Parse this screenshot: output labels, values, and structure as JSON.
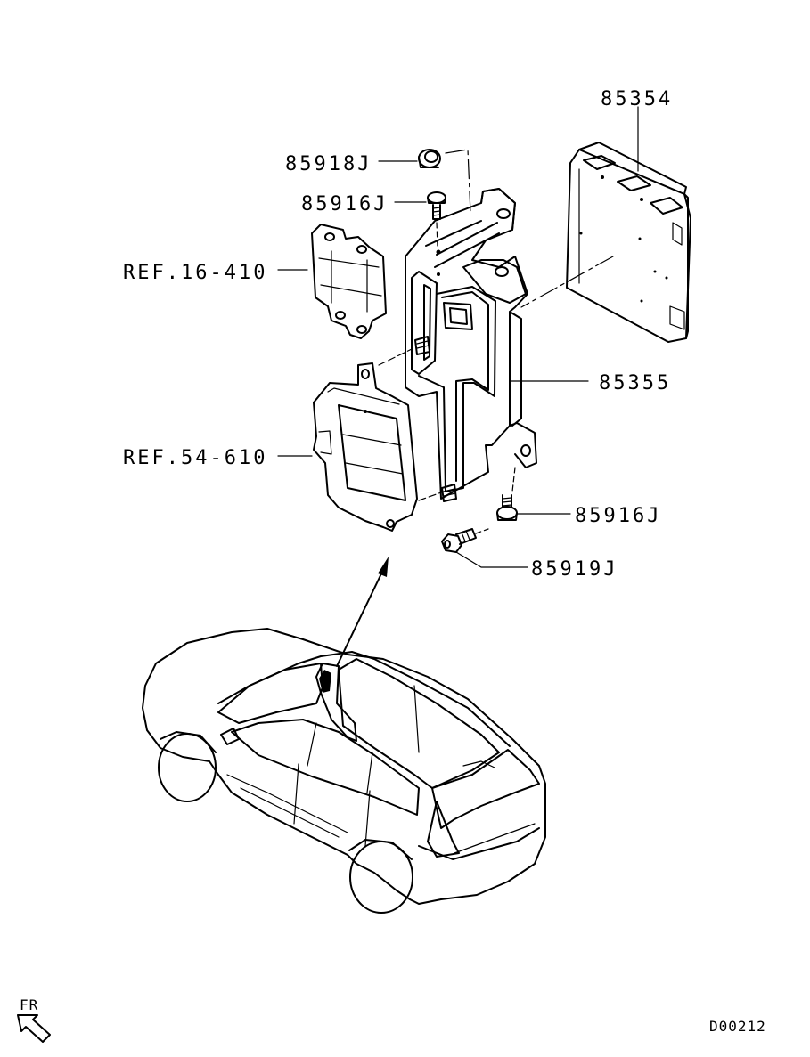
{
  "labels": {
    "part_85354": "85354",
    "part_85918J": "85918J",
    "part_85916J_top": "85916J",
    "ref_16_410": "REF.16-410",
    "part_85355": "85355",
    "ref_54_610": "REF.54-610",
    "part_85916J_bottom": "85916J",
    "part_85919J": "85919J",
    "direction": "FR",
    "diagram_code": "D00212"
  },
  "colors": {
    "line": "#000000",
    "background": "#ffffff"
  },
  "icons": {
    "direction": "front-direction-arrow-icon"
  }
}
